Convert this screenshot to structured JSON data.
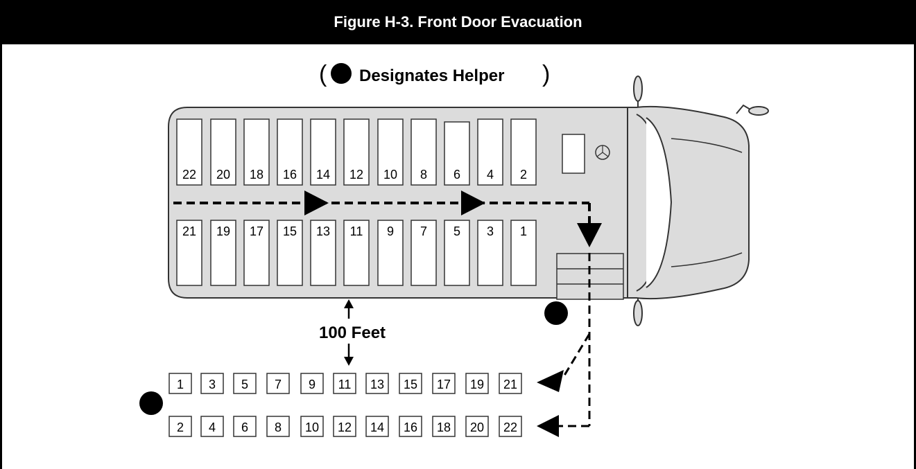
{
  "figure": {
    "title": "Figure H-3. Front Door Evacuation"
  },
  "legend": {
    "open_paren": "(",
    "label": "Designates Helper",
    "close_paren": ")"
  },
  "bus": {
    "top_row_seats": [
      "22",
      "20",
      "18",
      "16",
      "14",
      "12",
      "10",
      "8",
      "6",
      "4",
      "2"
    ],
    "bottom_row_seats": [
      "21",
      "19",
      "17",
      "15",
      "13",
      "11",
      "9",
      "7",
      "5",
      "3",
      "1"
    ]
  },
  "distance": {
    "label": "100 Feet"
  },
  "line_up": {
    "row_odd": [
      "1",
      "3",
      "5",
      "7",
      "9",
      "11",
      "13",
      "15",
      "17",
      "19",
      "21"
    ],
    "row_even": [
      "2",
      "4",
      "6",
      "8",
      "10",
      "12",
      "14",
      "16",
      "18",
      "20",
      "22"
    ]
  },
  "colors": {
    "bus_fill": "#dcdcdc",
    "outline": "#333333",
    "title_bar": "#000000",
    "title_text": "#ffffff"
  }
}
